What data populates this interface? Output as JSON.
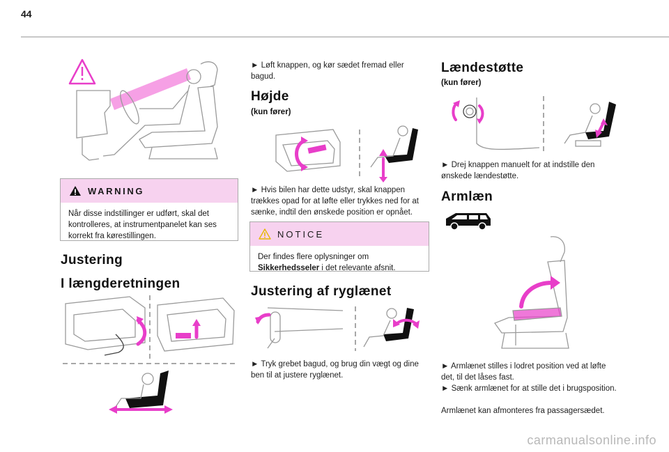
{
  "page": {
    "number": "44"
  },
  "warning": {
    "label": "WARNING",
    "text": "Når disse indstillinger er udført, skal det kontrolleres, at instrumentpanelet kan ses korrekt fra kørestillingen."
  },
  "justering": {
    "title": "Justering",
    "longitudinal": {
      "title": "I længderetningen",
      "instruction": "► Løft knappen, og kør sædet fremad eller bagud."
    }
  },
  "hojde": {
    "title": "Højde",
    "subtitle": "(kun fører)",
    "instruction": "► Hvis bilen har dette udstyr, skal knappen trækkes opad for at løfte eller trykkes ned for at sænke, indtil den ønskede position er opnået."
  },
  "notice": {
    "label": "NOTICE",
    "text_before": "Der findes flere oplysninger om ",
    "text_bold": "Sikkerhedsseler",
    "text_after": " i det relevante afsnit."
  },
  "backrest": {
    "title": "Justering af ryglænet",
    "instruction": "► Tryk grebet bagud, og brug din vægt og dine ben til at justere ryglænet."
  },
  "lumbar": {
    "title": "Lændestøtte",
    "subtitle": "(kun fører)",
    "instruction": "► Drej knappen manuelt for at indstille den ønskede lændestøtte."
  },
  "armrest": {
    "title": "Armlæn",
    "instruction_1": "► Armlænet stilles i lodret position ved at løfte det, til det låses fast.",
    "instruction_2": "► Sænk armlænet for at stille det i brugsposition.",
    "note": "Armlænet kan afmonteres fra passagersædet."
  },
  "footer": {
    "watermark": "carmanualsonline.info"
  },
  "colors": {
    "accent": "#e83ec9",
    "callout_bg": "#f7d2ef",
    "rule": "#c8c8c8"
  }
}
